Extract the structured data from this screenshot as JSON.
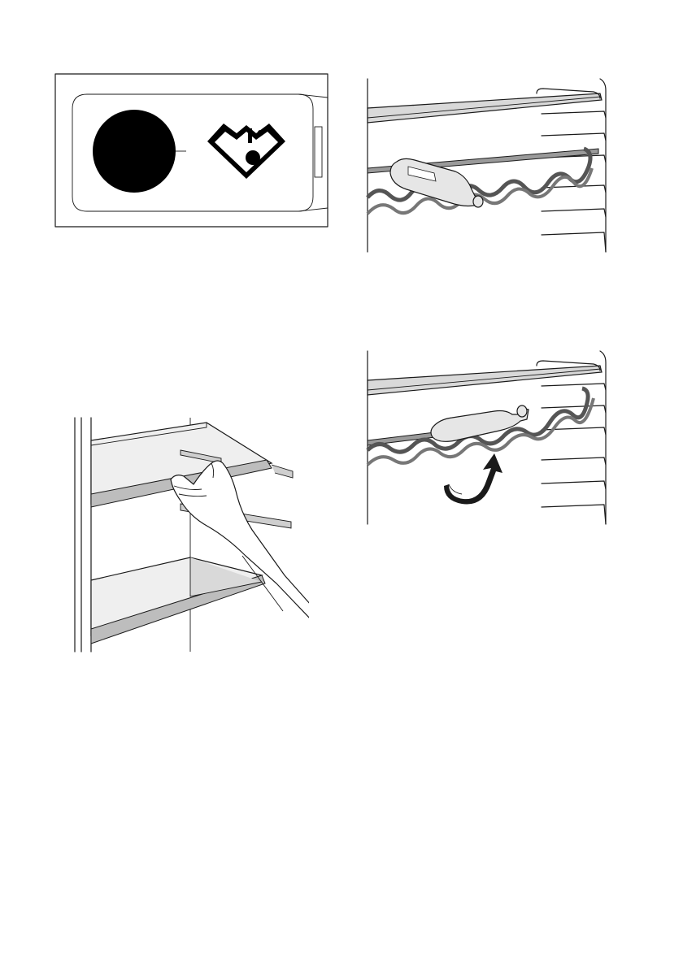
{
  "page": {
    "background": "#ffffff"
  },
  "colors": {
    "line": "#1a1a1a",
    "shelf_fill": "#d9d9d9",
    "shelf_edge": "#bdbdbd",
    "rack_fill": "#9a9a9a",
    "bottle_fill": "#e6e6e6",
    "symbol": "#000000"
  },
  "figures": [
    {
      "id": "control-panel",
      "icons": [
        "temperature-dial-icon",
        "temperature-warning-icon"
      ]
    },
    {
      "id": "wine-rack-installed",
      "icons": [
        "bottle-icon"
      ]
    },
    {
      "id": "shelf-removal",
      "icons": [
        "hand-icon"
      ]
    },
    {
      "id": "wine-rack-tilted",
      "icons": [
        "bottle-icon",
        "curved-arrow-icon"
      ]
    }
  ]
}
